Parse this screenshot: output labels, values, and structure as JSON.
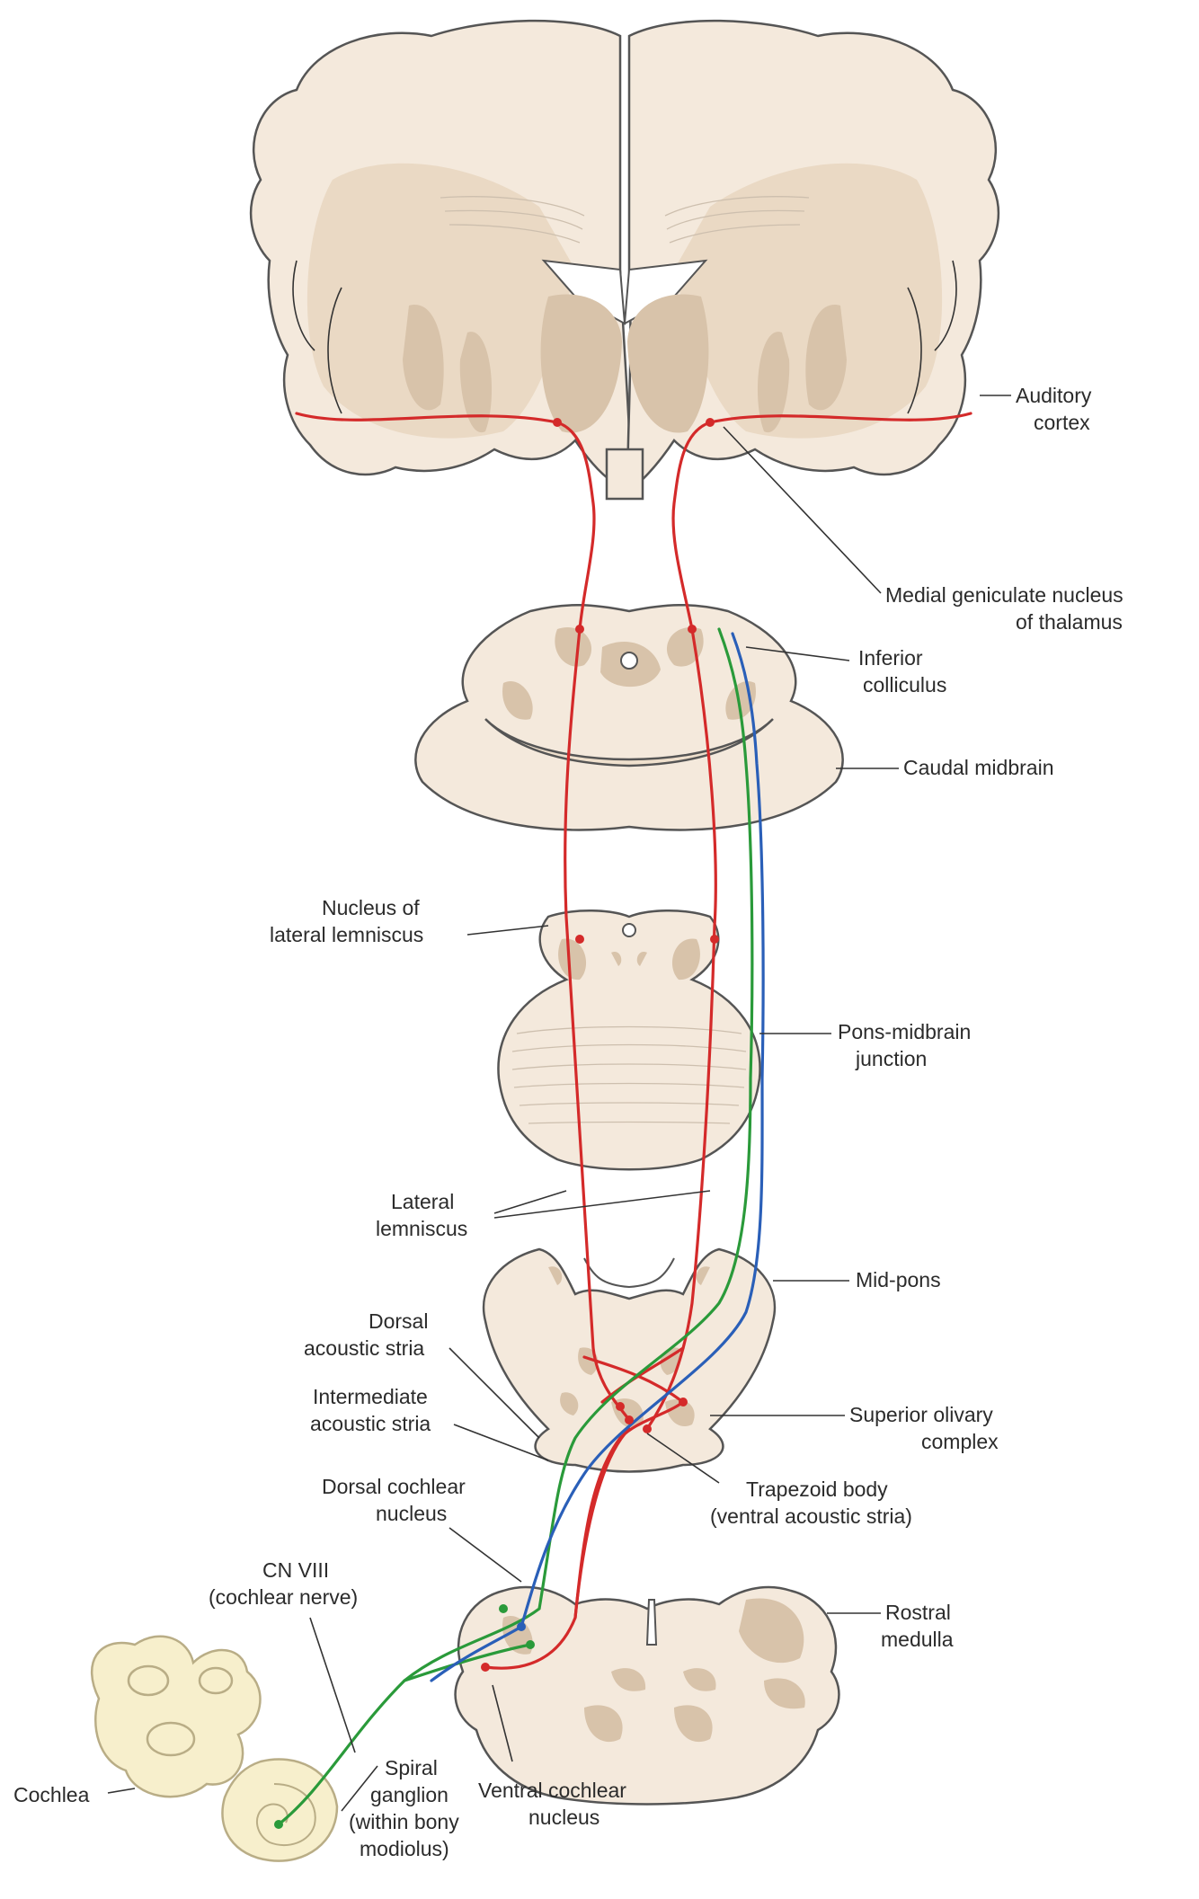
{
  "labels": {
    "auditory_cortex": [
      "Auditory",
      "cortex"
    ],
    "medial_geniculate": [
      "Medial geniculate nucleus",
      "of thalamus"
    ],
    "inferior_colliculus": [
      "Inferior",
      "colliculus"
    ],
    "caudal_midbrain": [
      "Caudal midbrain"
    ],
    "nucleus_lateral_lemniscus": [
      "Nucleus of",
      "lateral lemniscus"
    ],
    "pons_midbrain_junction": [
      "Pons-midbrain",
      "junction"
    ],
    "lateral_lemniscus": [
      "Lateral",
      "lemniscus"
    ],
    "mid_pons": [
      "Mid-pons"
    ],
    "dorsal_acoustic_stria": [
      "Dorsal",
      "acoustic stria"
    ],
    "intermediate_acoustic_stria": [
      "Intermediate",
      "acoustic stria"
    ],
    "superior_olivary_complex": [
      "Superior olivary",
      "complex"
    ],
    "trapezoid_body": [
      "Trapezoid body",
      "(ventral acoustic stria)"
    ],
    "dorsal_cochlear_nucleus": [
      "Dorsal cochlear",
      "nucleus"
    ],
    "cn_viii": [
      "CN VIII",
      "(cochlear nerve)"
    ],
    "rostral_medulla": [
      "Rostral",
      "medulla"
    ],
    "cochlea": [
      "Cochlea"
    ],
    "spiral_ganglion": [
      "Spiral",
      "ganglion",
      "(within bony",
      "modiolus)"
    ],
    "ventral_cochlear_nucleus": [
      "Ventral cochlear",
      "nucleus"
    ]
  },
  "colors": {
    "pathway_red": "#d42a2a",
    "pathway_green": "#2a9a3a",
    "pathway_blue": "#2a5fb8",
    "tissue": "#f4e9dc",
    "nucleus": "#d8c3aa",
    "cochlea": "#f7efcc"
  }
}
